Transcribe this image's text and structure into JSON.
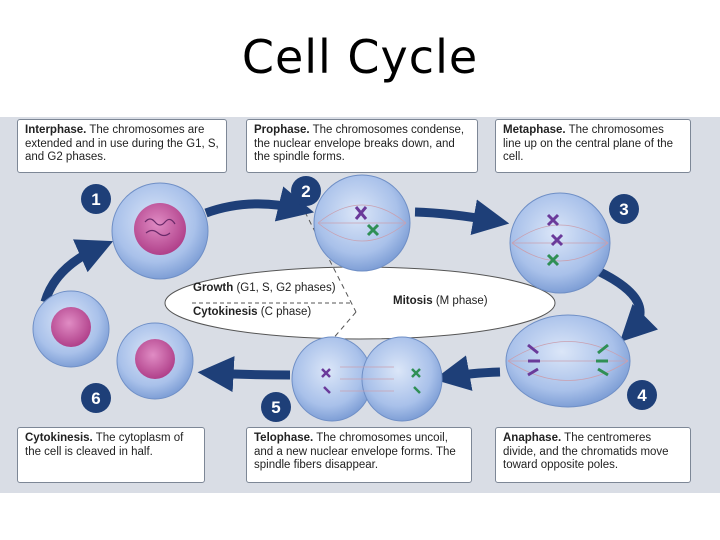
{
  "slide_title": "Cell Cycle",
  "captions": {
    "interphase": {
      "heading": "Interphase.",
      "text": "The chromosomes are extended and in use during the G1, S, and G2 phases."
    },
    "prophase": {
      "heading": "Prophase.",
      "text": "The chromosomes condense, the nuclear envelope breaks down, and the spindle forms."
    },
    "metaphase": {
      "heading": "Metaphase.",
      "text": "The chromosomes line up on the central plane of the cell."
    },
    "cytokinesis": {
      "heading": "Cytokinesis.",
      "text": "The cytoplasm of the cell is cleaved in half."
    },
    "telophase": {
      "heading": "Telophase.",
      "text": "The chromosomes uncoil, and a new nuclear envelope forms. The spindle fibers disappear."
    },
    "anaphase": {
      "heading": "Anaphase.",
      "text": "The centromeres divide, and the chromatids move toward opposite poles."
    }
  },
  "center": {
    "growth_bold": "Growth",
    "growth_rest": "(G1, S, G2 phases)",
    "cytokinesis_bold": "Cytokinesis",
    "cytokinesis_rest": "(C phase)",
    "mitosis_bold": "Mitosis",
    "mitosis_rest": "(M phase)"
  },
  "step_numbers": [
    "1",
    "2",
    "3",
    "4",
    "5",
    "6"
  ],
  "colors": {
    "cell_fill": "#a9c1ea",
    "nucleus": "#c44f9a",
    "arrow": "#1e3f78",
    "badge": "#1e3f78",
    "chromosome_purple": "#6a3a9a",
    "chromosome_green": "#2f8f55"
  }
}
